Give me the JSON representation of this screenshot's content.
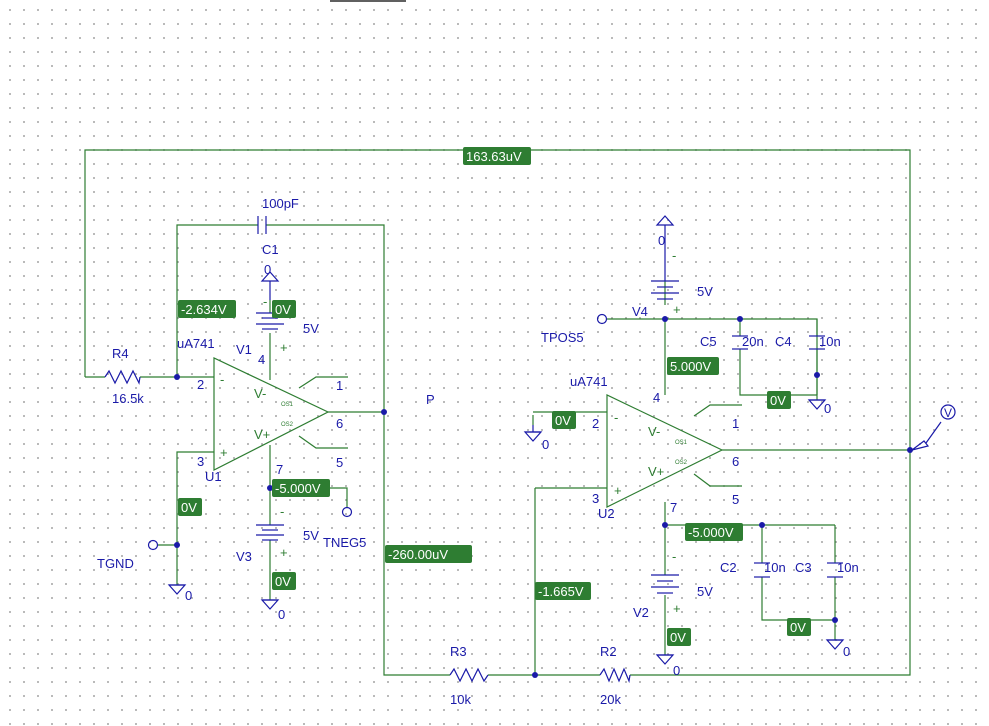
{
  "colors": {
    "wire": "#2e7d32",
    "component": "#1a1aa8",
    "tag_bg": "#2e7d32",
    "tag_text": "#ffffff"
  },
  "top_line": "",
  "voltages": {
    "feedback": "163.63uV",
    "u1_inverting": "-2.634V",
    "v1_node": "0V",
    "u1_neg_supply": "-5.000V",
    "u1_noninv": "0V",
    "v3_node": "0V",
    "p_node": "-260.00uV",
    "u2_inv_gnd": "0V",
    "u2_pos_supply": "5.000V",
    "c4_node": "0V",
    "u2_neg_supply": "-5.000V",
    "u2_noninv": "-1.665V",
    "v2_node": "0V",
    "c3_node": "0V"
  },
  "labels": {
    "c1": "C1",
    "c1_value": "100pF",
    "c1_ground": "0",
    "v1": "V1",
    "v1_value": "5V",
    "u1_model": "uA741",
    "u1": "U1",
    "r4": "R4",
    "r4_value": "16.5k",
    "pin2": "2",
    "pin3": "3",
    "pin4": "4",
    "pin7": "7",
    "pin6": "6",
    "pin1": "1",
    "pin5": "5",
    "vminus": "V-",
    "vplus": "V+",
    "minus": "-",
    "plus": "+",
    "os1": "OS1",
    "os2": "OS2",
    "v3": "V3",
    "v3_value": "5V",
    "v3_ground": "0",
    "tneg": "TNEG5",
    "tgnd": "TGND",
    "tgnd_ground": "0",
    "p": "P",
    "tpos": "TPOS5",
    "v4": "V4",
    "v4_value": "5V",
    "v4_ground": "0",
    "c5": "C5",
    "c5_value": "20n",
    "c4": "C4",
    "c4_value": "10n",
    "c4_ground": "0",
    "u2_model": "uA741",
    "u2": "U2",
    "u2_gnd": "0",
    "c2": "C2",
    "c2_value": "10n",
    "c3": "C3",
    "c3_value": "10n",
    "c3_ground": "0",
    "v2": "V2",
    "v2_value": "5V",
    "v2_ground": "0",
    "r3": "R3",
    "r3_value": "10k",
    "r2": "R2",
    "r2_value": "20k",
    "probe": "V"
  }
}
